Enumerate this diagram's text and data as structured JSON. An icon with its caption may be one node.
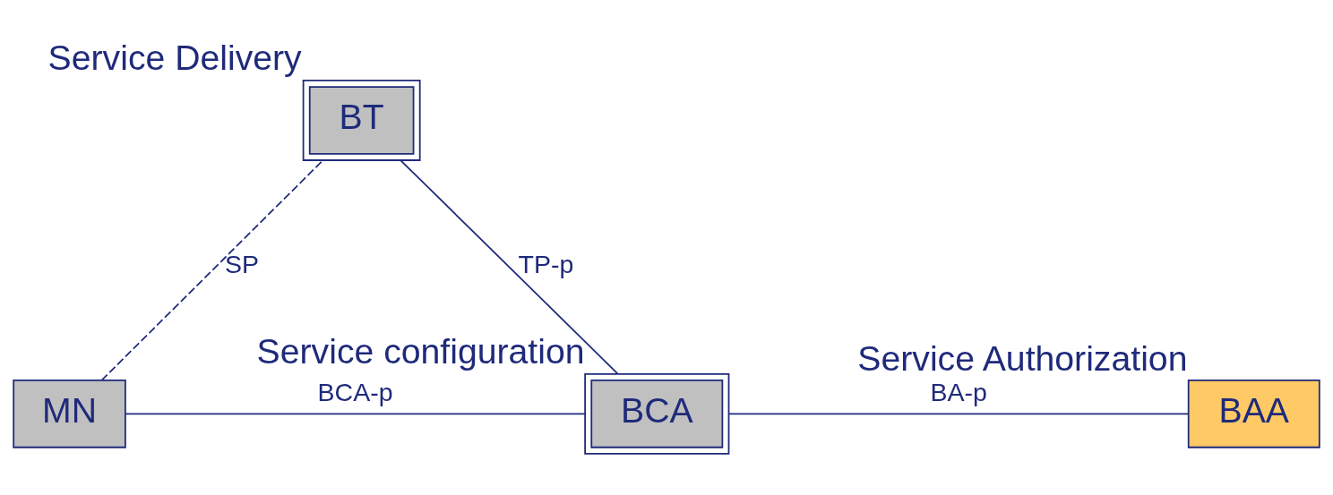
{
  "diagram": {
    "nodes": [
      {
        "text": [
          "MN"
        ]
      },
      {
        "text": [
          "BT"
        ],
        "beside": [
          "Service Delivery"
        ]
      },
      {
        "text": [
          "BCA"
        ],
        "beside": [
          "Service configuration"
        ]
      },
      {
        "text": [
          "BAA"
        ],
        "beside": [
          "Service Authorization"
        ]
      }
    ],
    "edges": [
      {
        "from": 0,
        "to": 1,
        "arrow": "none",
        "label": "SP",
        "style": "dashed"
      },
      {
        "from": 1,
        "to": 2,
        "arrow": "none",
        "label": "TP-p"
      },
      {
        "from": 0,
        "to": 2,
        "arrow": "none",
        "label": "BCA-p"
      },
      {
        "from": 2,
        "to": 3,
        "arrow": "none",
        "label": "BA-p"
      }
    ]
  }
}
